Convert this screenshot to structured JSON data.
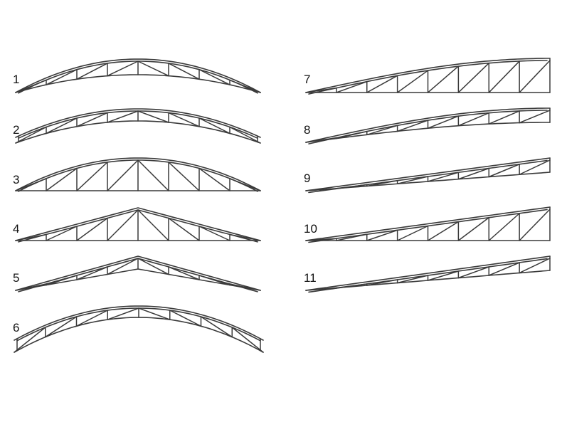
{
  "diagram": {
    "trusses": [
      {
        "label": "1",
        "kind": "arch-lens"
      },
      {
        "label": "2",
        "kind": "arch-parallel"
      },
      {
        "label": "3",
        "kind": "arch-flat-bottom"
      },
      {
        "label": "4",
        "kind": "triangular-gable"
      },
      {
        "label": "5",
        "kind": "gable-parallel"
      },
      {
        "label": "6",
        "kind": "arch-deep-ends"
      },
      {
        "label": "7",
        "kind": "mono-curved-top"
      },
      {
        "label": "8",
        "kind": "mono-curved-parallel"
      },
      {
        "label": "9",
        "kind": "mono-parallel"
      },
      {
        "label": "10",
        "kind": "mono-flat-bottom"
      },
      {
        "label": "11",
        "kind": "mono-thin"
      }
    ],
    "colors": {
      "stroke": "#3a3a3a",
      "label": "#111111",
      "background": "#ffffff"
    }
  }
}
